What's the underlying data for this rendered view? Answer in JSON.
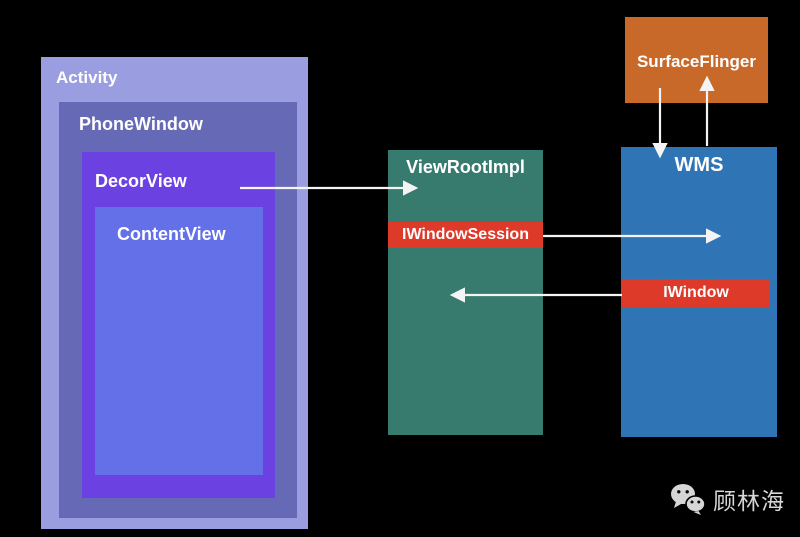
{
  "canvas": {
    "background": "#000000"
  },
  "hierarchy": {
    "activity": {
      "label": "Activity",
      "color": "#9a9de0"
    },
    "phone_window": {
      "label": "PhoneWindow",
      "color": "#6669b5"
    },
    "decor_view": {
      "label": "DecorView",
      "color": "#6b41e1"
    },
    "content_view": {
      "label": "ContentView",
      "color": "#6370e8"
    }
  },
  "view_root": {
    "label": "ViewRootImpl",
    "color": "#377a6e",
    "session_band": {
      "label": "IWindowSession",
      "color": "#dd3a29"
    }
  },
  "wms": {
    "label": "WMS",
    "color": "#2f75b5",
    "window_band": {
      "label": "IWindow",
      "color": "#dd3a29"
    }
  },
  "surface_flinger": {
    "label": "SurfaceFlinger",
    "color": "#c8692a"
  },
  "arrows": {
    "color": "#f4f4f4"
  },
  "watermark": {
    "icon": "wechat-icon",
    "text": "顾林海",
    "color": "#d6d6d6"
  }
}
